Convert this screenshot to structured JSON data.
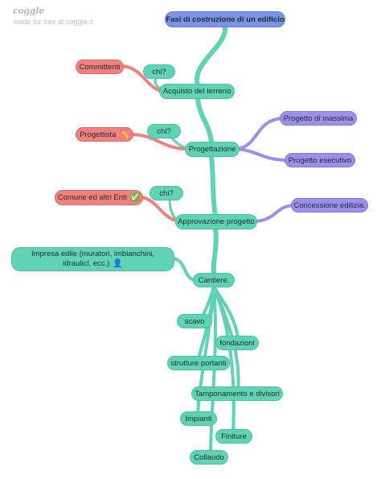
{
  "brand": {
    "logo": "coggle",
    "tagline": "made for free at coggle.it"
  },
  "map": {
    "root": "Fasi di costruzione di un edificio",
    "acquisto": "Acquisto del terreno",
    "committenti": "Committenti",
    "chi1": "chi?",
    "progettazione": "Progettazione",
    "progettista": "Progettista",
    "chi2": "chi?",
    "progetto_massima": "Progetto di massima",
    "progetto_esecutivo": "Progetto esecutivo",
    "approvazione": "Approvazione progetto",
    "comune": "Comune ed altri Enti",
    "chi3": "chi?",
    "concessione": "Concessione edilizia.",
    "cantiere": "Cantiere.",
    "impresa": "Impresa edile (muratori, imbianchini, idraulici, ecc.)",
    "scavo": "scavo",
    "fondazioni": "fondazioni",
    "strutture": "strutture portanti",
    "tamponamento": "Tamponamento e divisori",
    "impianti": "Impianti",
    "finiture": "Finiture",
    "collaudo": "Collaudo"
  },
  "icons": {
    "progettista": "pencil-emoji-icon",
    "comune": "check-mark-emoji-icon",
    "impresa": "person-emoji-icon"
  },
  "colors": {
    "teal": "#5fd3b3",
    "red": "#f0817e",
    "purple": "#9c8fe9",
    "blue": "#7b93e6"
  }
}
